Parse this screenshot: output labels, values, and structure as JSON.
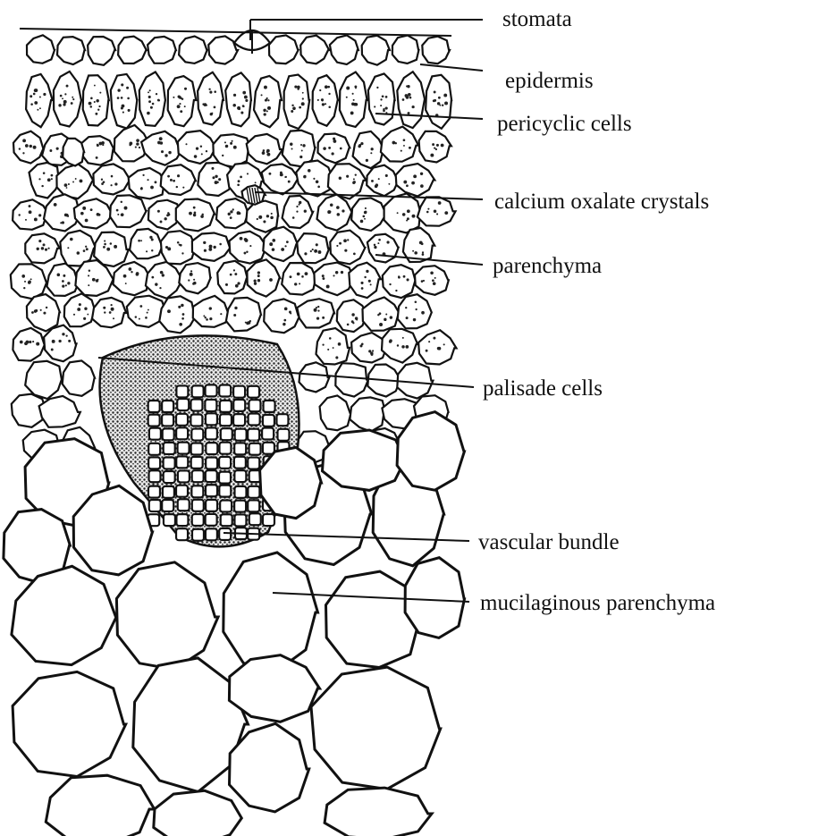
{
  "labels": [
    {
      "id": "stomata",
      "text": "stomata"
    },
    {
      "id": "epidermis",
      "text": "epidermis"
    },
    {
      "id": "pericyclic",
      "text": "pericyclic cells"
    },
    {
      "id": "crystals",
      "text": "calcium oxalate crystals"
    },
    {
      "id": "parenchyma",
      "text": "parenchyma"
    },
    {
      "id": "palisade",
      "text": "palisade cells"
    },
    {
      "id": "vascular",
      "text": "vascular bundle"
    },
    {
      "id": "mucilaginous",
      "text": "mucilaginous parenchyma"
    }
  ],
  "colors": {
    "ink": "#111111",
    "paper": "#ffffff"
  }
}
